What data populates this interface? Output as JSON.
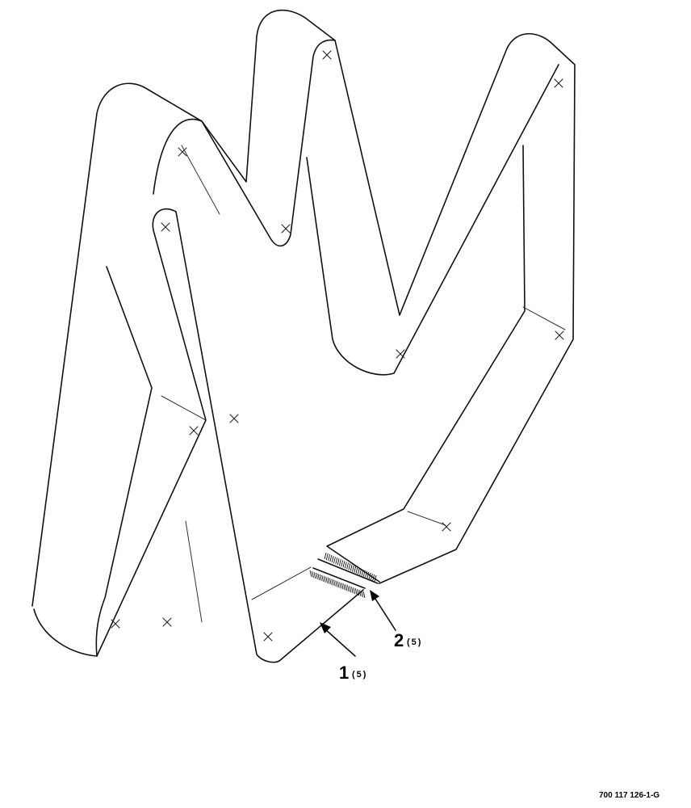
{
  "callouts": [
    {
      "number": "1",
      "quantity": "(5)"
    },
    {
      "number": "2",
      "quantity": "(5)"
    }
  ],
  "figure_id": "700 117 126-1-G",
  "colors": {
    "line": "#111111",
    "background": "#ffffff"
  }
}
